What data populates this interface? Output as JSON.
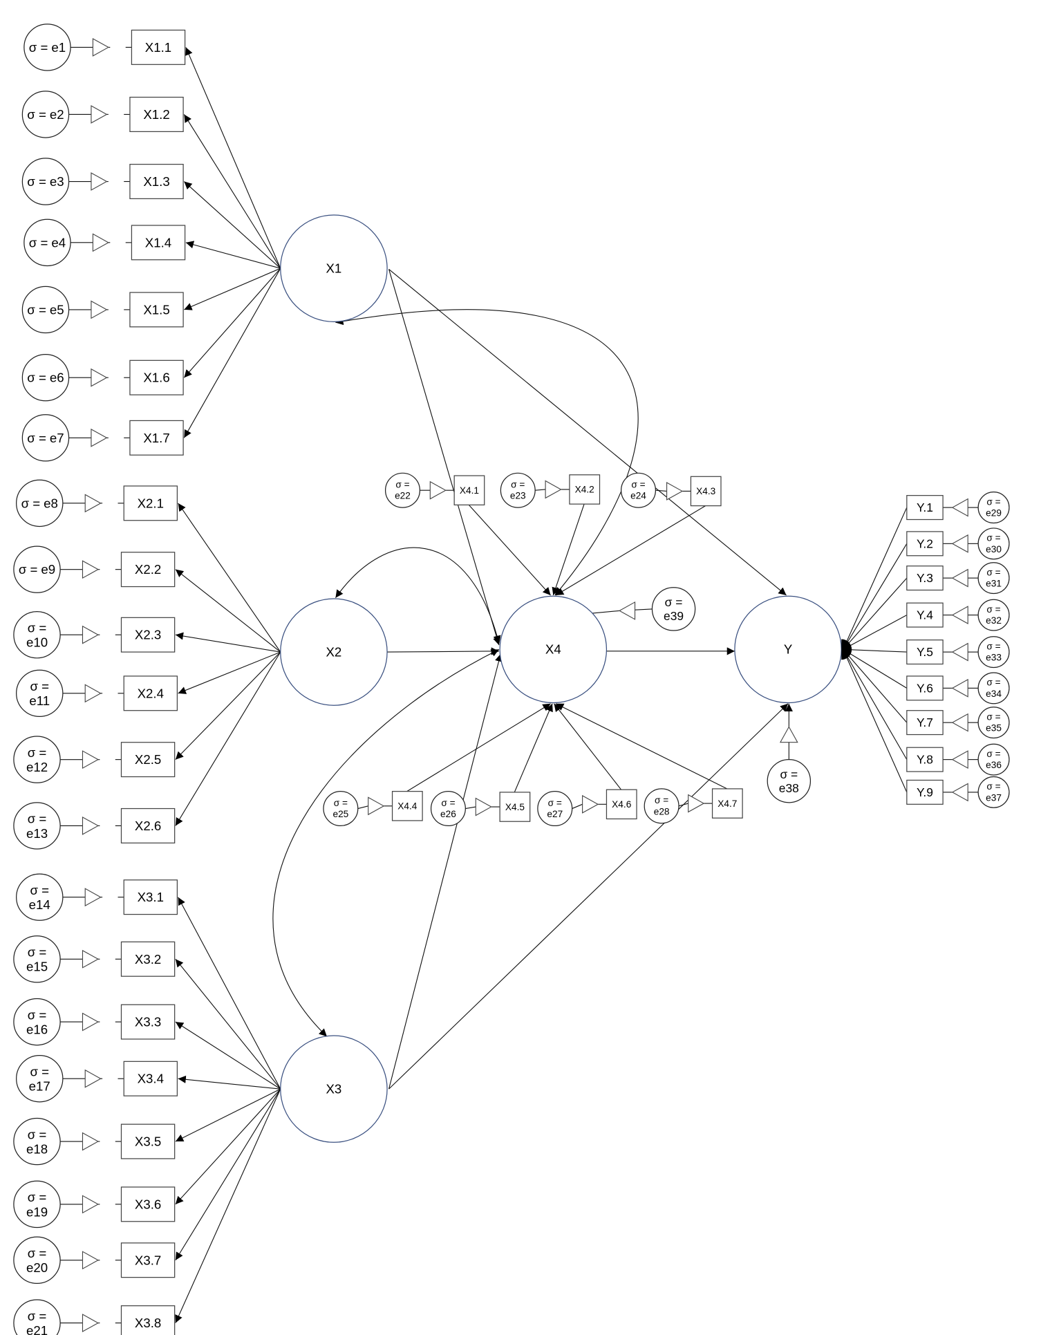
{
  "latents": {
    "X1": "X1",
    "X2": "X2",
    "X3": "X3",
    "X4": "X4",
    "Y": "Y"
  },
  "left_indicators": [
    {
      "label": "X1.1",
      "err": {
        "sigma": "σ =",
        "name": "e1"
      }
    },
    {
      "label": "X1.2",
      "err": {
        "sigma": "σ =",
        "name": "e2"
      }
    },
    {
      "label": "X1.3",
      "err": {
        "sigma": "σ =",
        "name": "e3"
      }
    },
    {
      "label": "X1.4",
      "err": {
        "sigma": "σ =",
        "name": "e4"
      }
    },
    {
      "label": "X1.5",
      "err": {
        "sigma": "σ =",
        "name": "e5"
      }
    },
    {
      "label": "X1.6",
      "err": {
        "sigma": "σ =",
        "name": "e6"
      }
    },
    {
      "label": "X1.7",
      "err": {
        "sigma": "σ =",
        "name": "e7"
      }
    },
    {
      "label": "X2.1",
      "err": {
        "sigma": "σ =",
        "name": "e8"
      }
    },
    {
      "label": "X2.2",
      "err": {
        "sigma": "σ =",
        "name": "e9"
      }
    },
    {
      "label": "X2.3",
      "err": {
        "sigma": "σ =",
        "name": "e10"
      }
    },
    {
      "label": "X2.4",
      "err": {
        "sigma": "σ =",
        "name": "e11"
      }
    },
    {
      "label": "X2.5",
      "err": {
        "sigma": "σ =",
        "name": "e12"
      }
    },
    {
      "label": "X2.6",
      "err": {
        "sigma": "σ =",
        "name": "e13"
      }
    },
    {
      "label": "X3.1",
      "err": {
        "sigma": "σ =",
        "name": "e14"
      }
    },
    {
      "label": "X3.2",
      "err": {
        "sigma": "σ =",
        "name": "e15"
      }
    },
    {
      "label": "X3.3",
      "err": {
        "sigma": "σ =",
        "name": "e16"
      }
    },
    {
      "label": "X3.4",
      "err": {
        "sigma": "σ =",
        "name": "e17"
      }
    },
    {
      "label": "X3.5",
      "err": {
        "sigma": "σ =",
        "name": "e18"
      }
    },
    {
      "label": "X3.6",
      "err": {
        "sigma": "σ =",
        "name": "e19"
      }
    },
    {
      "label": "X3.7",
      "err": {
        "sigma": "σ =",
        "name": "e20"
      }
    },
    {
      "label": "X3.8",
      "err": {
        "sigma": "σ =",
        "name": "e21"
      }
    }
  ],
  "x4_indicators": [
    {
      "label": "X4.1",
      "err": {
        "sigma": "σ =",
        "name": "e22"
      }
    },
    {
      "label": "X4.2",
      "err": {
        "sigma": "σ =",
        "name": "e23"
      }
    },
    {
      "label": "X4.3",
      "err": {
        "sigma": "σ =",
        "name": "e24"
      }
    },
    {
      "label": "X4.4",
      "err": {
        "sigma": "σ =",
        "name": "e25"
      }
    },
    {
      "label": "X4.5",
      "err": {
        "sigma": "σ =",
        "name": "e26"
      }
    },
    {
      "label": "X4.6",
      "err": {
        "sigma": "σ =",
        "name": "e27"
      }
    },
    {
      "label": "X4.7",
      "err": {
        "sigma": "σ =",
        "name": "e28"
      }
    }
  ],
  "y_indicators": [
    {
      "label": "Y.1",
      "err": {
        "sigma": "σ =",
        "name": "e29"
      }
    },
    {
      "label": "Y.2",
      "err": {
        "sigma": "σ =",
        "name": "e30"
      }
    },
    {
      "label": "Y.3",
      "err": {
        "sigma": "σ =",
        "name": "e31"
      }
    },
    {
      "label": "Y.4",
      "err": {
        "sigma": "σ =",
        "name": "e32"
      }
    },
    {
      "label": "Y.5",
      "err": {
        "sigma": "σ =",
        "name": "e33"
      }
    },
    {
      "label": "Y.6",
      "err": {
        "sigma": "σ =",
        "name": "e34"
      }
    },
    {
      "label": "Y.7",
      "err": {
        "sigma": "σ =",
        "name": "e35"
      }
    },
    {
      "label": "Y.8",
      "err": {
        "sigma": "σ =",
        "name": "e36"
      }
    },
    {
      "label": "Y.9",
      "err": {
        "sigma": "σ =",
        "name": "e37"
      }
    }
  ],
  "disturbances": {
    "Y": {
      "sigma": "σ =",
      "name": "e38"
    },
    "X4": {
      "sigma": "σ =",
      "name": "e39"
    }
  }
}
